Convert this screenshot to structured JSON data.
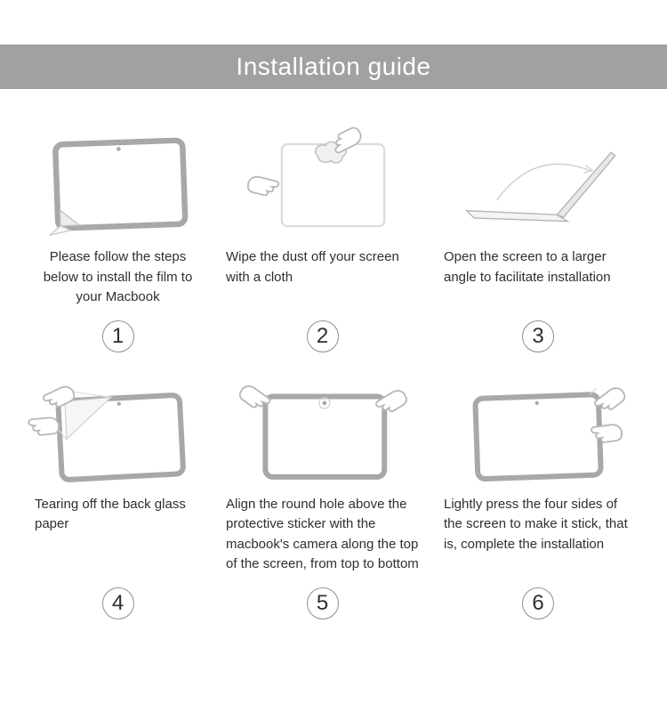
{
  "header": {
    "title": "Installation guide"
  },
  "colors": {
    "header_bg": "#a1a1a1",
    "frame_stroke": "#a8a8a8",
    "light_stroke": "#c4c4c4",
    "text": "#2f2f2f"
  },
  "steps": [
    {
      "number": "1",
      "caption": "Please follow the steps below to install the film to your Macbook",
      "icon": "tablet-film-peel-icon"
    },
    {
      "number": "2",
      "caption": "Wipe the dust off your screen with a cloth",
      "icon": "wipe-screen-icon"
    },
    {
      "number": "3",
      "caption": "Open the screen to a larger angle to facilitate installation",
      "icon": "open-laptop-icon"
    },
    {
      "number": "4",
      "caption": "Tearing off the back glass paper",
      "icon": "tear-backing-paper-icon"
    },
    {
      "number": "5",
      "caption": "Align the round hole above the protective sticker with the macbook's camera along the top of the screen, from top to bottom",
      "icon": "align-camera-icon"
    },
    {
      "number": "6",
      "caption": "Lightly press the four sides of the screen to make it stick, that is, complete the installation",
      "icon": "press-edges-icon"
    }
  ]
}
